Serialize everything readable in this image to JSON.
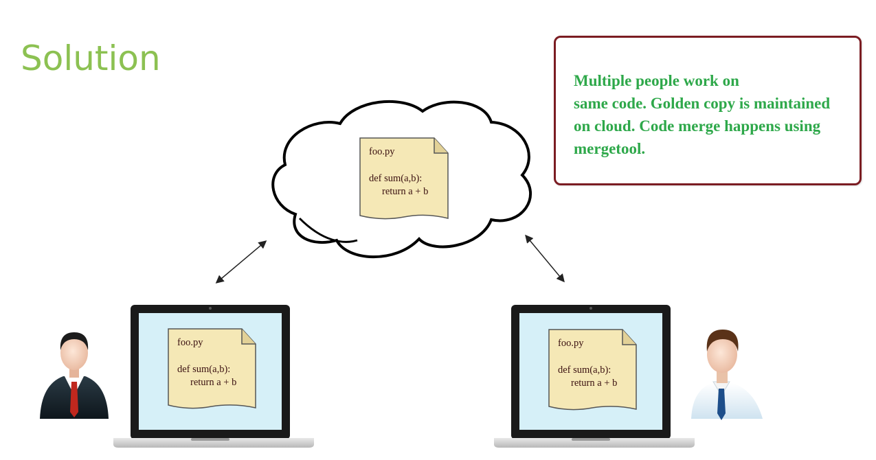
{
  "title": "Solution",
  "callout": {
    "lines": [
      "Multiple people work on",
      "same code. Golden copy is maintained",
      "on cloud. Code merge happens using",
      "mergetool."
    ]
  },
  "cloud_file": {
    "filename": "foo.py",
    "code_line1": "def sum(a,b):",
    "code_line2": "return a + b"
  },
  "left_laptop_file": {
    "filename": "foo.py",
    "code_line1": "def sum(a,b):",
    "code_line2": "return a + b"
  },
  "right_laptop_file": {
    "filename": "foo.py",
    "code_line1": "def sum(a,b):",
    "code_line2": "return a + b"
  },
  "colors": {
    "title": "#8cc152",
    "callout_border": "#7b1c22",
    "callout_text": "#2ea84a",
    "document_fill": "#f5e8b6",
    "screen_fill": "#d6f0f8"
  },
  "icons": [
    "cloud-icon",
    "laptop-icon",
    "document-icon",
    "person-icon",
    "double-arrow-icon"
  ]
}
